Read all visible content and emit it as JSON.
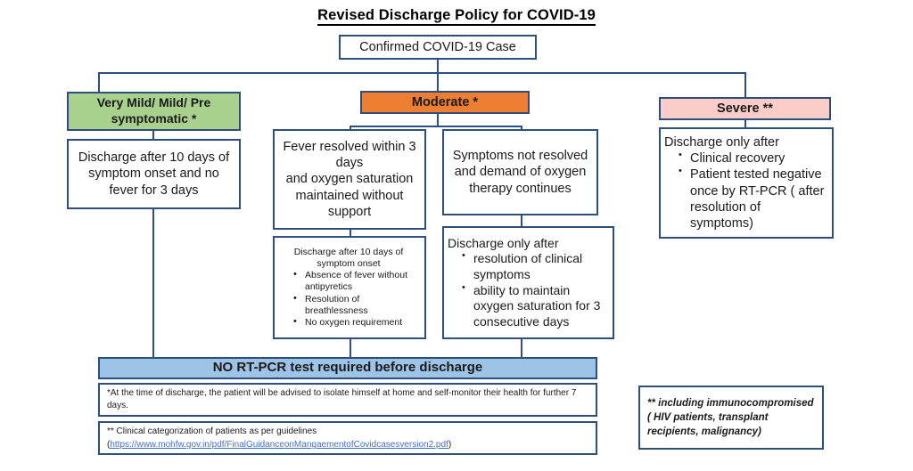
{
  "page": {
    "title": "Revised Discharge Policy for COVID-19",
    "root_box": "Confirmed  COVID-19 Case"
  },
  "colors": {
    "mild": "#A9D18E",
    "moderate": "#ED7D31",
    "severe": "#FCCCC8",
    "banner": "#9DC3E6",
    "border": "#2E4F7C",
    "link": "#4472C4"
  },
  "branches": {
    "mild": {
      "header": "Very Mild/ Mild/ Pre symptomatic *",
      "detail": "Discharge after 10 days of symptom onset and no fever for 3 days"
    },
    "moderate": {
      "header": "Moderate *",
      "left": {
        "condition": "Fever resolved within 3 days\nand oxygen saturation maintained without support",
        "outcome_lead": "Discharge after 10 days of symptom onset",
        "outcome_bullets": [
          "Absence of fever without antipyretics",
          "Resolution of breathlessness",
          "No oxygen requirement"
        ]
      },
      "right": {
        "condition": "Symptoms not resolved and demand of oxygen therapy continues",
        "outcome_lead": "Discharge only after",
        "outcome_bullets": [
          "resolution of clinical symptoms",
          "ability to maintain oxygen saturation for 3 consecutive days"
        ]
      }
    },
    "severe": {
      "header": "Severe **",
      "outcome_lead": "Discharge only after",
      "outcome_bullets": [
        "Clinical recovery",
        "Patient tested negative once by RT-PCR ( after resolution of symptoms)"
      ]
    }
  },
  "banner": {
    "text": "NO RT-PCR test required before discharge"
  },
  "footnotes": {
    "single_star": "*At the time of discharge, the patient will be advised to isolate himself at home and self-monitor their health for further 7 days.",
    "double_star_lead": "** Clinical categorization of patients  as per guidelines",
    "double_star_url_open": "(",
    "double_star_url": "https://www.mohfw.gov.in/pdf/FinalGuidanceonMangaementofCovidcasesversion2.pdf",
    "double_star_url_close": ")",
    "severe_note": "** including immunocompromised ( HIV patients, transplant recipients, malignancy)"
  }
}
